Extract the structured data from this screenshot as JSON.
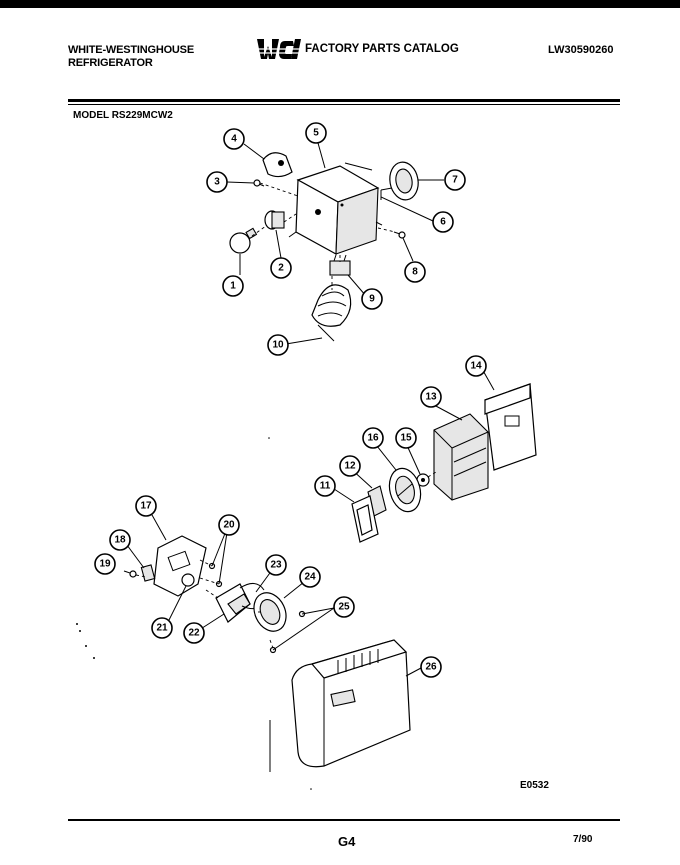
{
  "header": {
    "brand_line1": "WHITE-WESTINGHOUSE",
    "brand_line2": "REFRIGERATOR",
    "logo_text": "WCI",
    "catalog_title": "FACTORY PARTS CATALOG",
    "document_number": "LW30590260"
  },
  "model_label": "MODEL RS229MCW2",
  "drawing_code": "E0532",
  "footer": {
    "page_number": "G4",
    "date": "7/90"
  },
  "callouts": [
    "1",
    "2",
    "3",
    "4",
    "5",
    "6",
    "7",
    "8",
    "9",
    "10",
    "11",
    "12",
    "13",
    "14",
    "15",
    "16",
    "17",
    "18",
    "19",
    "20",
    "21",
    "22",
    "23",
    "24",
    "25",
    "26"
  ]
}
